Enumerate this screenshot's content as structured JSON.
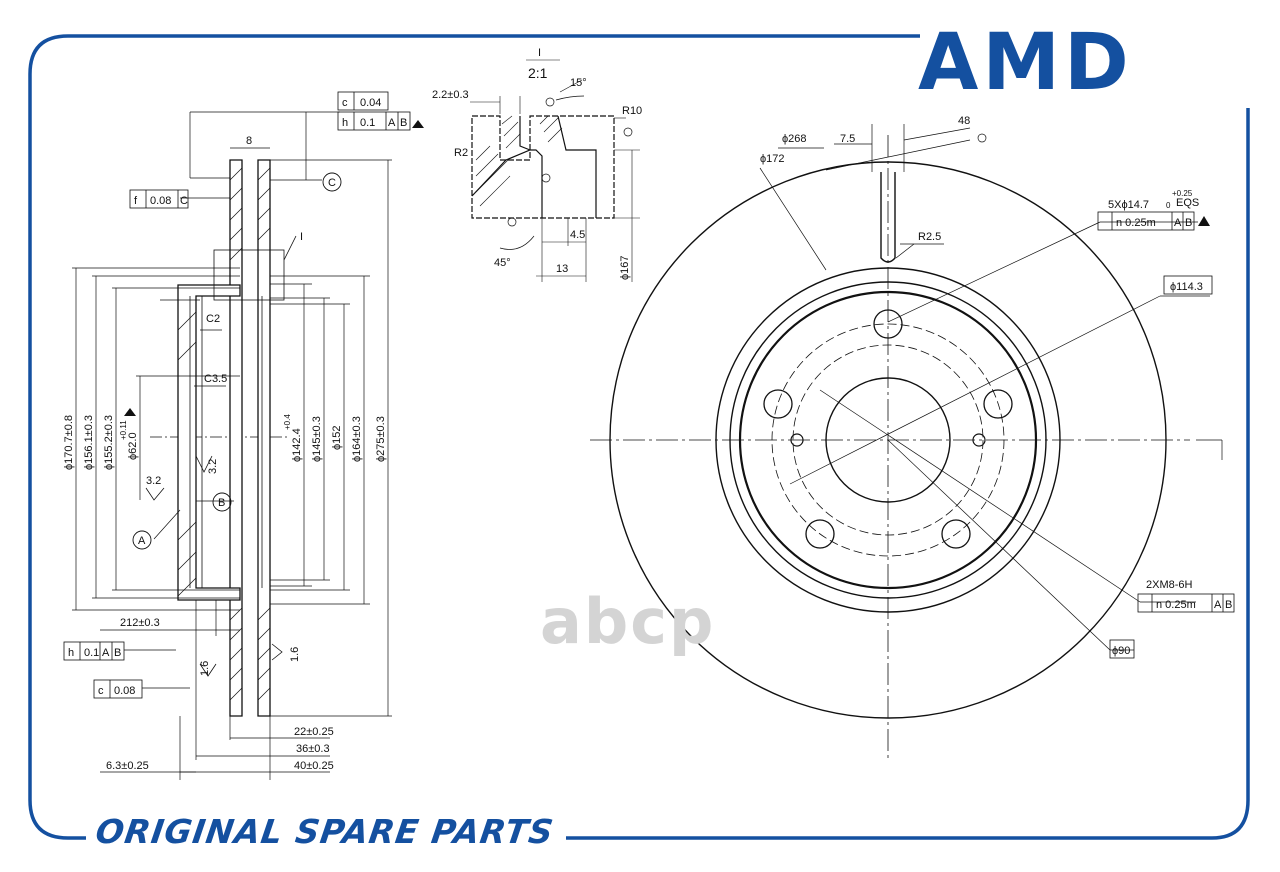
{
  "brand": {
    "logo": "AMD",
    "watermark": "abcp",
    "footer": "ORIGINAL SPARE PARTS",
    "accent_color": "#1450a0"
  },
  "section": {
    "label": "I",
    "scale": "2:1"
  },
  "tolerance_frames": {
    "flatness_top": "c",
    "flatness_top_val": "0.04",
    "runout_top": "h",
    "runout_top_val": "0.1",
    "runout_top_ref1": "A",
    "runout_top_ref2": "B",
    "parallel": "f",
    "parallel_val": "0.08",
    "parallel_ref": "C",
    "runout_bottom": "h",
    "runout_bottom_val": "0.1",
    "runout_bottom_ref1": "A",
    "runout_bottom_ref2": "B",
    "flatness_bottom": "c",
    "flatness_bottom_val": "0.08",
    "holes_pos": "n 0.25m",
    "holes_ref1": "A",
    "holes_ref2": "B",
    "thread_pos": "n 0.25m",
    "thread_ref1": "A",
    "thread_ref2": "B"
  },
  "datums": {
    "a": "A",
    "b": "B",
    "c": "C"
  },
  "side_view_dims": {
    "width8": "8",
    "c2": "C2",
    "c35": "C3.5",
    "d170": "ϕ170.7±0.8",
    "d156a": "ϕ156.1±0.3",
    "d155": "ϕ155.2±0.3",
    "d62": "ϕ62.0",
    "d62_tol": "+0.11",
    "d142": "ϕ142.4",
    "d142_tol": "+0.4",
    "d145": "ϕ145±0.3",
    "d152": "ϕ152",
    "d164": "ϕ164±0.3",
    "d275": "ϕ275±0.3",
    "r32a": "3.2",
    "r32b": "3.2",
    "r16a": "1.6",
    "r16b": "1.6",
    "d212": "212±0.3",
    "d22": "22±0.25",
    "d36": "36±0.3",
    "d40": "40±0.25",
    "d63": "6.3±0.25"
  },
  "detail_dims": {
    "d22_03": "2.2±0.3",
    "angle15": "15°",
    "r10": "R10",
    "r2": "R2",
    "angle45": "45°",
    "d45": "4.5",
    "d13": "13",
    "d167": "ϕ167"
  },
  "front_view_dims": {
    "d268": "ϕ268",
    "d75": "7.5",
    "d48": "48",
    "d172": "ϕ172",
    "r25": "R2.5",
    "holes": "5Xϕ14.7",
    "holes_tol": "+0.25",
    "holes_tol0": "0",
    "eqs": "EQS",
    "d1143": "ϕ114.3",
    "thread": "2XM8-6H",
    "d90": "ϕ90"
  }
}
